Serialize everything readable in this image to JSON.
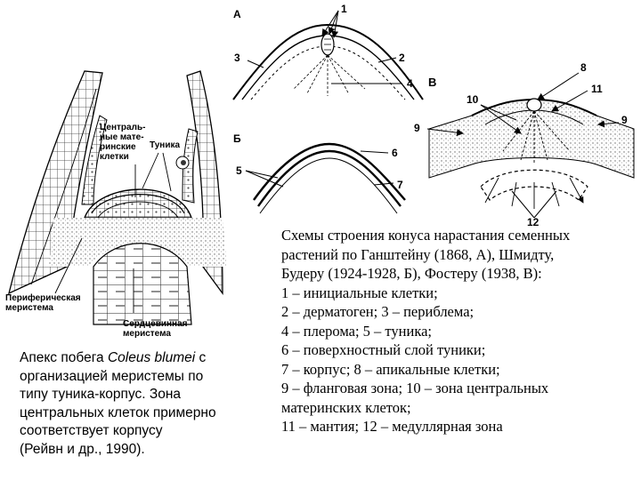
{
  "left_figure": {
    "labels": {
      "central_cells": "Централь-\nные мате-\nринские\nклетки",
      "tunica": "Туника",
      "peripheral": "Периферическая\nмеристема",
      "core": "Сердцевинная\nмеристема"
    },
    "caption": {
      "line1_prefix": "Апекс побега ",
      "line1_species": "Coleus blumei",
      "line1_suffix": " с",
      "line2": "организацией меристемы по",
      "line3": "типу туника-корпус. Зона",
      "line4": "центральных клеток примерно",
      "line5": "соответствует корпусу",
      "line6": "(Рейвн и др., 1990)."
    }
  },
  "schemes": {
    "panel_a": "А",
    "panel_b": "Б",
    "panel_v": "В",
    "numbers": {
      "n1": "1",
      "n2": "2",
      "n3": "3",
      "n4": "4",
      "n5": "5",
      "n6": "6",
      "n7": "7",
      "n8": "8",
      "n9a": "9",
      "n9b": "9",
      "n10": "10",
      "n11": "11",
      "n12": "12"
    },
    "caption": [
      "Схемы строения конуса нарастания семенных",
      "растений по Ганштейну (1868, А), Шмидту,",
      "Будеру (1924-1928, Б), Фостеру (1938, В):",
      "1 – инициальные клетки;",
      "2 – дерматоген; 3 – периблема;",
      "4 – плерома; 5 – туника;",
      "6 – поверхностный слой туники;",
      "7 – корпус; 8 – апикальные клетки;",
      "9 – фланговая зона; 10 – зона центральных",
      "материнских клеток;",
      "11 – мантия; 12 – медуллярная зона"
    ]
  }
}
